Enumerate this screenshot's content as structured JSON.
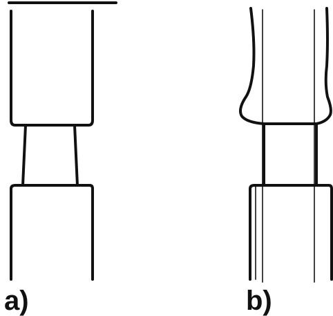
{
  "panels": [
    {
      "id": "a",
      "label": "a)"
    },
    {
      "id": "b",
      "label": "b)"
    }
  ],
  "colors": {
    "background": "#ffffff",
    "ink": "#111111"
  }
}
